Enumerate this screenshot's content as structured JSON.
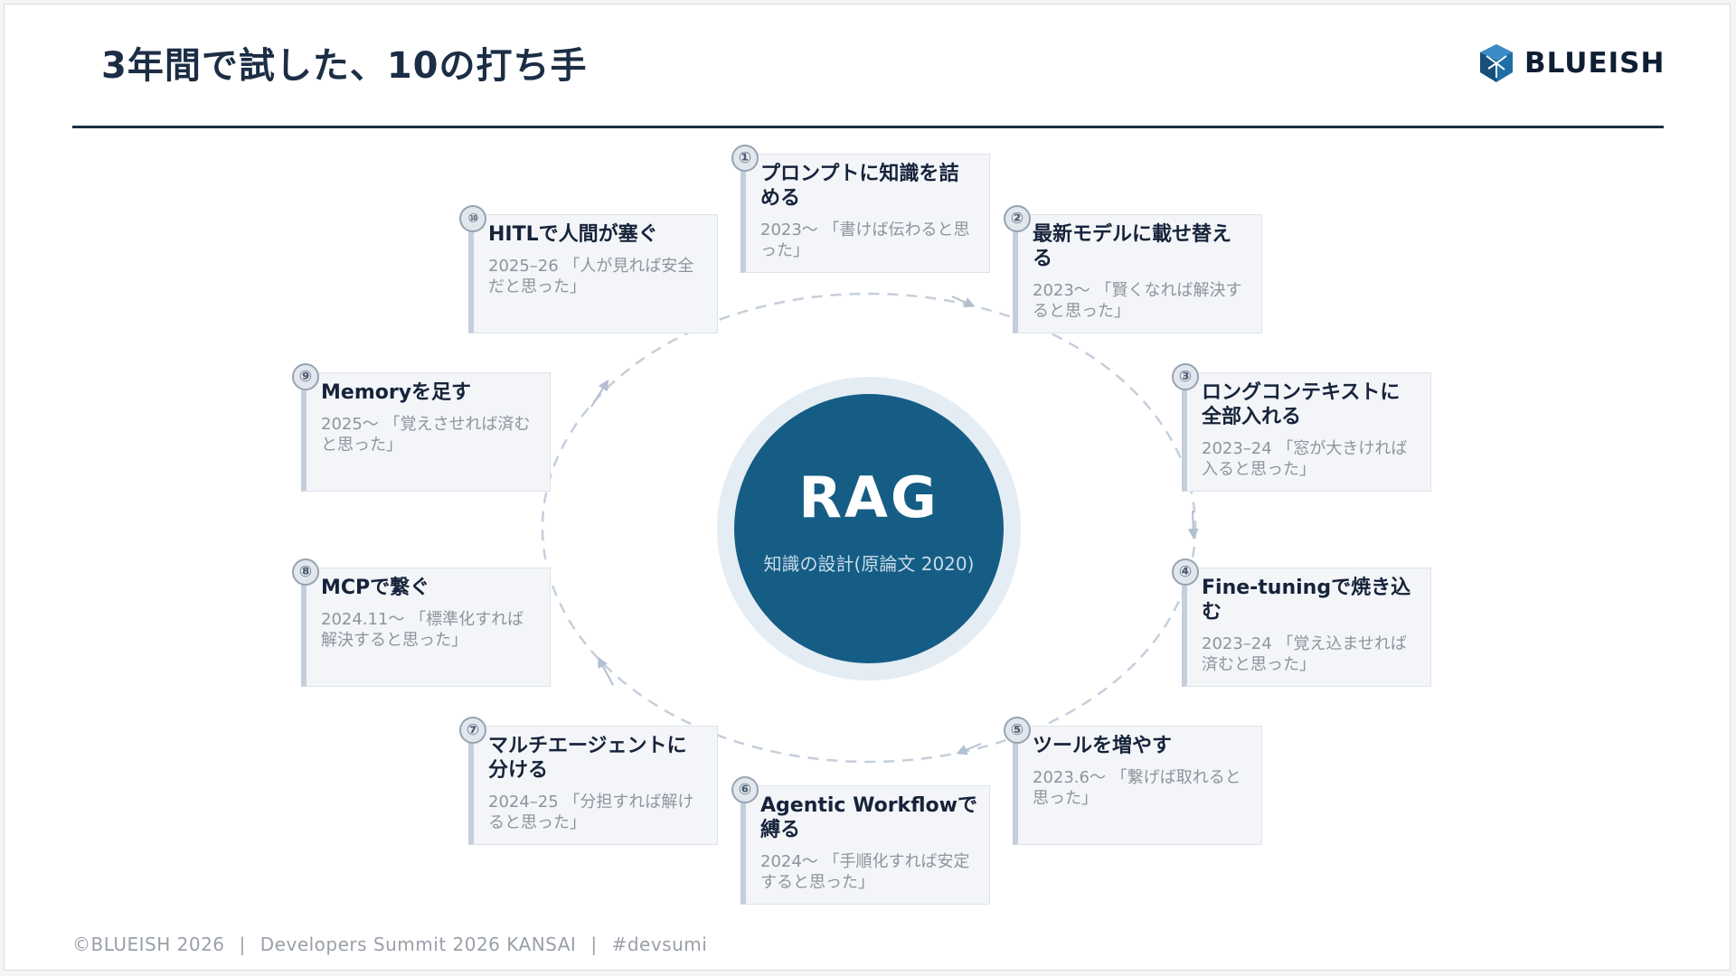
{
  "title": "3年間で試した、10の打ち手",
  "logo": {
    "text": "BLUEISH"
  },
  "center": {
    "title": "RAG",
    "subtitle": "知識の設計(原論文 2020)"
  },
  "steps": [
    {
      "badge": "①",
      "title": "プロンプトに知識を詰める",
      "desc": "2023〜 「書けば伝わると思った」"
    },
    {
      "badge": "②",
      "title": "最新モデルに載せ替える",
      "desc": "2023〜 「賢くなれば解決すると思った」"
    },
    {
      "badge": "③",
      "title": "ロングコンテキストに全部入れる",
      "desc": "2023–24 「窓が大きければ入ると思った」"
    },
    {
      "badge": "④",
      "title": "Fine-tuningで焼き込む",
      "desc": "2023–24 「覚え込ませれば済むと思った」"
    },
    {
      "badge": "⑤",
      "title": "ツールを増やす",
      "desc": "2023.6〜 「繋げば取れると思った」"
    },
    {
      "badge": "⑥",
      "title": "Agentic Workflowで縛る",
      "desc": "2024〜 「手順化すれば安定すると思った」"
    },
    {
      "badge": "⑦",
      "title": "マルチエージェントに分ける",
      "desc": "2024–25 「分担すれば解けると思った」"
    },
    {
      "badge": "⑧",
      "title": "MCPで繋ぐ",
      "desc": "2024.11〜 「標準化すれば解決すると思った」"
    },
    {
      "badge": "⑨",
      "title": "Memoryを足す",
      "desc": "2025〜 「覚えさせれば済むと思った」"
    },
    {
      "badge": "⑩",
      "title": "HITLで人間が塞ぐ",
      "desc": "2025–26 「人が見れば安全だと思った」"
    }
  ],
  "footer": {
    "copyright": "©BLUEISH 2026",
    "event": "Developers Summit 2026 KANSAI",
    "hashtag": "#devsumi",
    "separator": "|"
  },
  "colors": {
    "accent": "#155d85",
    "ring": "#e4ecf4",
    "title": "#1c2e45",
    "loop": "#c5cfdb"
  }
}
